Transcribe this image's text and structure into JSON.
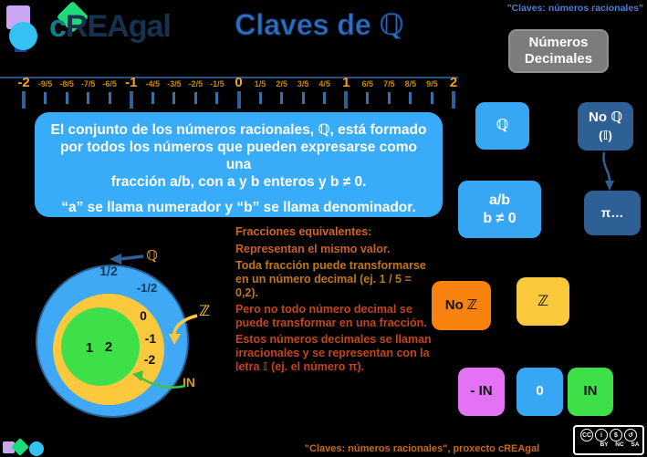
{
  "header": {
    "logo_first_letter": "c",
    "logo_rest": "REAgal",
    "title": "Claves de ℚ",
    "top_caption": "\"Claves: números racionales\"",
    "decimales_line1": "Números",
    "decimales_line2": "Decimales"
  },
  "number_line": {
    "labels": [
      {
        "t": "-2",
        "major": true
      },
      {
        "t": "-9/5"
      },
      {
        "t": "-8/5"
      },
      {
        "t": "-7/5"
      },
      {
        "t": "-6/5"
      },
      {
        "t": "-1",
        "major": true
      },
      {
        "t": "-4/5"
      },
      {
        "t": "-3/5"
      },
      {
        "t": "-2/5"
      },
      {
        "t": "-1/5"
      },
      {
        "t": "0",
        "major": true
      },
      {
        "t": "1/5"
      },
      {
        "t": "2/5"
      },
      {
        "t": "3/5"
      },
      {
        "t": "4/5"
      },
      {
        "t": "1",
        "major": true
      },
      {
        "t": "6/5"
      },
      {
        "t": "7/5"
      },
      {
        "t": "8/5"
      },
      {
        "t": "9/5"
      },
      {
        "t": "2",
        "major": true
      }
    ],
    "range": "-2 a 2 en quintos"
  },
  "info_box": {
    "lines": [
      "El conjunto de los números racionales,   ℚ, está formado",
      "por todos los números que pueden expresarse como una",
      "fracción a/b, con a y b enteros y b ≠ 0."
    ],
    "note": "“a” se llama numerador y “b” se llama denominador."
  },
  "set_boxes": {
    "q": "ℚ",
    "no_q_line1": "No ℚ",
    "no_q_line2": "(𝕀)",
    "ab_line1": "a/b",
    "ab_line2": "b ≠ 0",
    "pi": "π…",
    "no_z": "No ℤ",
    "z": "ℤ",
    "neg_n": "- IN",
    "zero": "0",
    "n": "IN"
  },
  "venn": {
    "q_label": "ℚ",
    "z_label": "ℤ",
    "n_label": "IN",
    "v_half": "1/2",
    "v_neg_half": "-1/2",
    "v_zero": "0",
    "v_neg1": "-1",
    "v_neg2": "-2",
    "v_one": "1",
    "v_two": "2"
  },
  "notes": {
    "heading": "Fracciones equivalentes:",
    "line1": "Representan el mismo valor.",
    "para2": "Toda fracción puede transformarse en un número decimal (ej.  1 / 5 =  0,2).",
    "para3": "Pero no todo número decimal se puede transformar en una fracción.",
    "para4": "Estos números decimales se llaman irracionales y se representan con la letra 𝕀 (ej. el número π)."
  },
  "footer": {
    "caption": "\"Claves: números racionales\", proxecto cREAgal",
    "cc": {
      "icons": [
        "CC",
        "i",
        "$",
        "↺"
      ],
      "labels": [
        "BY",
        "NC",
        "SA"
      ]
    }
  },
  "colors": {
    "light_blue": "#38A7F3",
    "steel_blue": "#2E6096",
    "orange": "#F8820E",
    "yellow": "#FCC93C",
    "violet": "#E372F5",
    "green": "#3EE04A",
    "gray_button": "#7C7C7C",
    "label_orange_major": "#F2A52B",
    "label_orange_minor": "#C8880D",
    "notes_text": "#C2451C",
    "footer_caption": "#C96A15"
  }
}
